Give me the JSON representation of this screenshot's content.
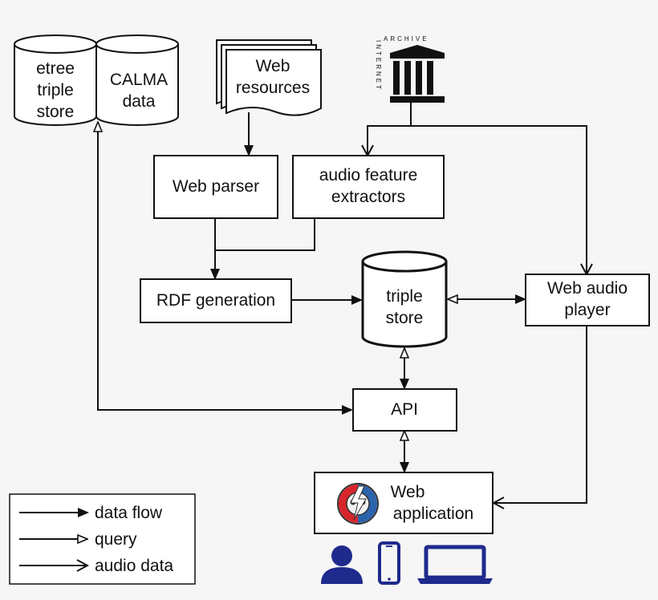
{
  "nodes": {
    "etree_store": [
      "etree",
      "triple",
      "store"
    ],
    "calma_data": [
      "CALMA",
      "data"
    ],
    "web_resources": [
      "Web",
      "resources"
    ],
    "internet_archive": [
      "INTERNET",
      "ARCHIVE"
    ],
    "web_parser": [
      "Web parser"
    ],
    "audio_feature_extractors": [
      "audio feature",
      "extractors"
    ],
    "rdf_generation": [
      "RDF generation"
    ],
    "triple_store": [
      "triple",
      "store"
    ],
    "web_audio_player": [
      "Web audio",
      "player"
    ],
    "api": [
      "API"
    ],
    "web_application": [
      "Web",
      "application"
    ]
  },
  "legend": {
    "data_flow": "data flow",
    "query": "query",
    "audio_data": "audio data"
  },
  "devices": [
    "user-icon",
    "smartphone-icon",
    "laptop-icon"
  ],
  "colors": {
    "device_blue": "#1e2a8c",
    "logo_red": "#d7262b",
    "logo_blue": "#2b63ad",
    "background": "#f6f6f6"
  }
}
